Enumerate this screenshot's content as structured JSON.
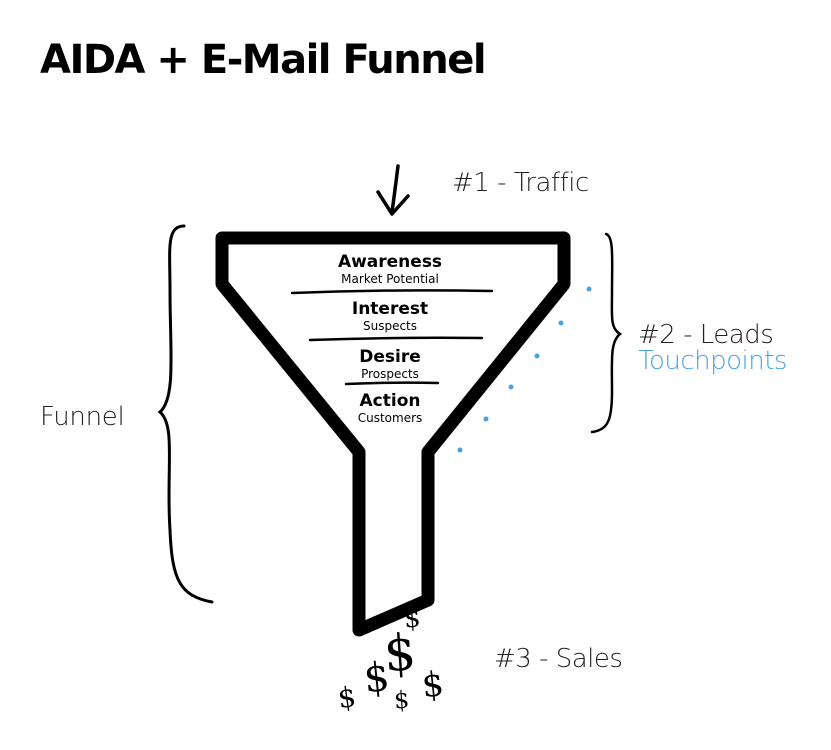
{
  "title": "AIDA + E-Mail Funnel",
  "labels": {
    "traffic": "#1 - Traffic",
    "leads": "#2 - Leads",
    "touchpoints": "Touchpoints",
    "funnel": "Funnel",
    "sales": "#3 - Sales"
  },
  "stages": [
    {
      "name": "Awareness",
      "sub": "Market Potential"
    },
    {
      "name": "Interest",
      "sub": "Suspects"
    },
    {
      "name": "Desire",
      "sub": "Prospects"
    },
    {
      "name": "Action",
      "sub": "Customers"
    }
  ],
  "dollar_symbols": [
    "$",
    "$",
    "$",
    "$",
    "$",
    "$"
  ],
  "colors": {
    "ink": "#000000",
    "accent": "#4aa3df",
    "background": "#ffffff"
  },
  "icons": {
    "entry_arrow": "arrow-down-icon",
    "touchpoint_dots": "dot-icon"
  }
}
